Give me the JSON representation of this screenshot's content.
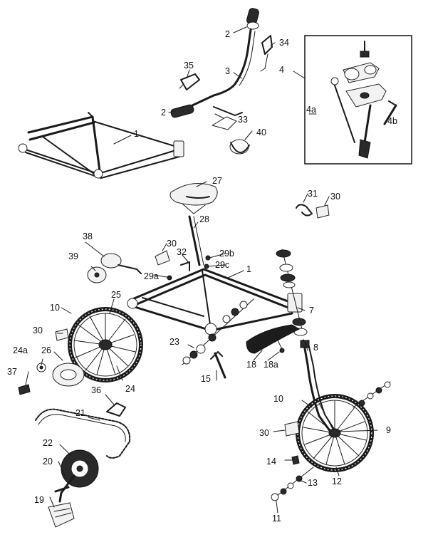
{
  "diagram": {
    "callouts": [
      "2",
      "34",
      "3",
      "35",
      "4",
      "4a",
      "4b",
      "2",
      "33",
      "40",
      "1",
      "27",
      "31",
      "30",
      "28",
      "38",
      "30",
      "32",
      "29b",
      "29c",
      "1",
      "39",
      "29a",
      "25",
      "10",
      "7",
      "30",
      "23",
      "8",
      "24a",
      "26",
      "18",
      "18a",
      "15",
      "24",
      "37",
      "36",
      "10",
      "21",
      "9",
      "30",
      "22",
      "14",
      "20",
      "13",
      "12",
      "19",
      "11"
    ]
  }
}
